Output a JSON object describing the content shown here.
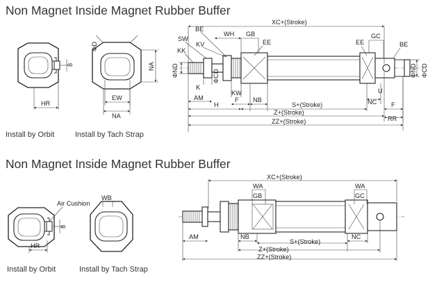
{
  "section_top": {
    "title": "Non Magnet Inside Magnet Rubber Buffer",
    "captions": {
      "orbit": "Install by Orbit",
      "tach": "Install by Tach Strap"
    },
    "end_view_labels": {
      "hr": "HR",
      "eight": "8",
      "phi_d": "ΦD",
      "ew": "EW",
      "na_right": "NA",
      "na_bottom": "NA"
    },
    "cylinder_labels": {
      "be_left": "BE",
      "sw": "SW",
      "kk": "KK",
      "kv": "KV",
      "wh": "WH",
      "gb": "GB",
      "xc": "XC+(Stroke)",
      "ee_left": "EE",
      "ee_right": "EE",
      "gc": "GC",
      "be_right": "BE",
      "phi_nd_left": "ΦND",
      "phi_cd": "ΦCD",
      "k": "K",
      "kw": "KW",
      "am": "AM",
      "f_left": "F",
      "nb": "NB",
      "h": "H",
      "s": "S+(Stroke)",
      "nc": "NC",
      "u": "U",
      "f_right": "F",
      "z": "Z+(Stroke)",
      "rr": "RR",
      "zz": "ZZ+(Stroke)",
      "phi_nd_right": "ΦND",
      "phi_cd_right": "ΦCD"
    }
  },
  "section_bottom": {
    "title": "Non Magnet Inside Magnet Rubber Buffer",
    "captions": {
      "orbit": "Install by Orbit",
      "tach": "Install by Tach Strap"
    },
    "end_view_labels": {
      "air_cushion": "Air Cushion",
      "wb": "WB",
      "hr": "HR",
      "eight": "8"
    },
    "cylinder_labels": {
      "xc": "XC+(Stroke)",
      "wa_left": "WA",
      "gb": "GB",
      "wa_right": "WA",
      "gc": "GC",
      "am": "AM",
      "nb": "NB",
      "s": "S+(Stroke)",
      "nc": "NC",
      "z": "Z+(Stroke)",
      "zz": "ZZ+(Stroke)"
    }
  }
}
